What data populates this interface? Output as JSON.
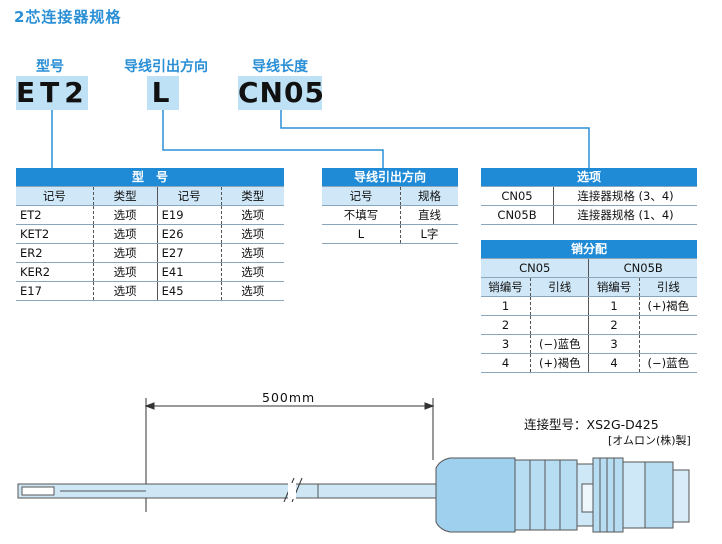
{
  "heading": "2芯连接器规格",
  "labels": {
    "model": "型号",
    "lead_dir": "导线引出方向",
    "lead_len": "导线长度"
  },
  "codes": {
    "model": "ET2",
    "lead_dir": "L",
    "lead_len": "CN05"
  },
  "model_table": {
    "title": "型　号",
    "headers": [
      "记号",
      "类型",
      "记号",
      "类型"
    ],
    "rows": [
      [
        "ET2",
        "选项",
        "E19",
        "选项"
      ],
      [
        "KET2",
        "选项",
        "E26",
        "选项"
      ],
      [
        "ER2",
        "选项",
        "E27",
        "选项"
      ],
      [
        "KER2",
        "选项",
        "E41",
        "选项"
      ],
      [
        "E17",
        "选项",
        "E45",
        "选项"
      ]
    ]
  },
  "lead_table": {
    "title": "导线引出方向",
    "headers": [
      "记号",
      "规格"
    ],
    "rows": [
      [
        "不填写",
        "直线"
      ],
      [
        "L",
        "L字"
      ]
    ]
  },
  "option_table": {
    "title": "选项",
    "rows": [
      [
        "CN05",
        "连接器规格 (3、4)"
      ],
      [
        "CN05B",
        "连接器规格 (1、4)"
      ]
    ]
  },
  "pin_table": {
    "title": "销分配",
    "groups": [
      "CN05",
      "CN05B"
    ],
    "headers": [
      "销编号",
      "引线",
      "销编号",
      "引线"
    ],
    "rows": [
      [
        "1",
        "",
        "1",
        "(+)褐色"
      ],
      [
        "2",
        "",
        "2",
        ""
      ],
      [
        "3",
        "(−)蓝色",
        "3",
        ""
      ],
      [
        "4",
        "(+)褐色",
        "4",
        "(−)蓝色"
      ]
    ]
  },
  "drawing": {
    "dimension": "500mm",
    "connector_label": "连接型号：",
    "connector_model": "XS2G-D425",
    "maker": "[オムロン(株)製]"
  },
  "colors": {
    "accent": "#2b8fd6",
    "header_bg": "#1f8ad6",
    "code_bg": "#bfe1f6",
    "subheader_bg": "#cfe7f7"
  }
}
